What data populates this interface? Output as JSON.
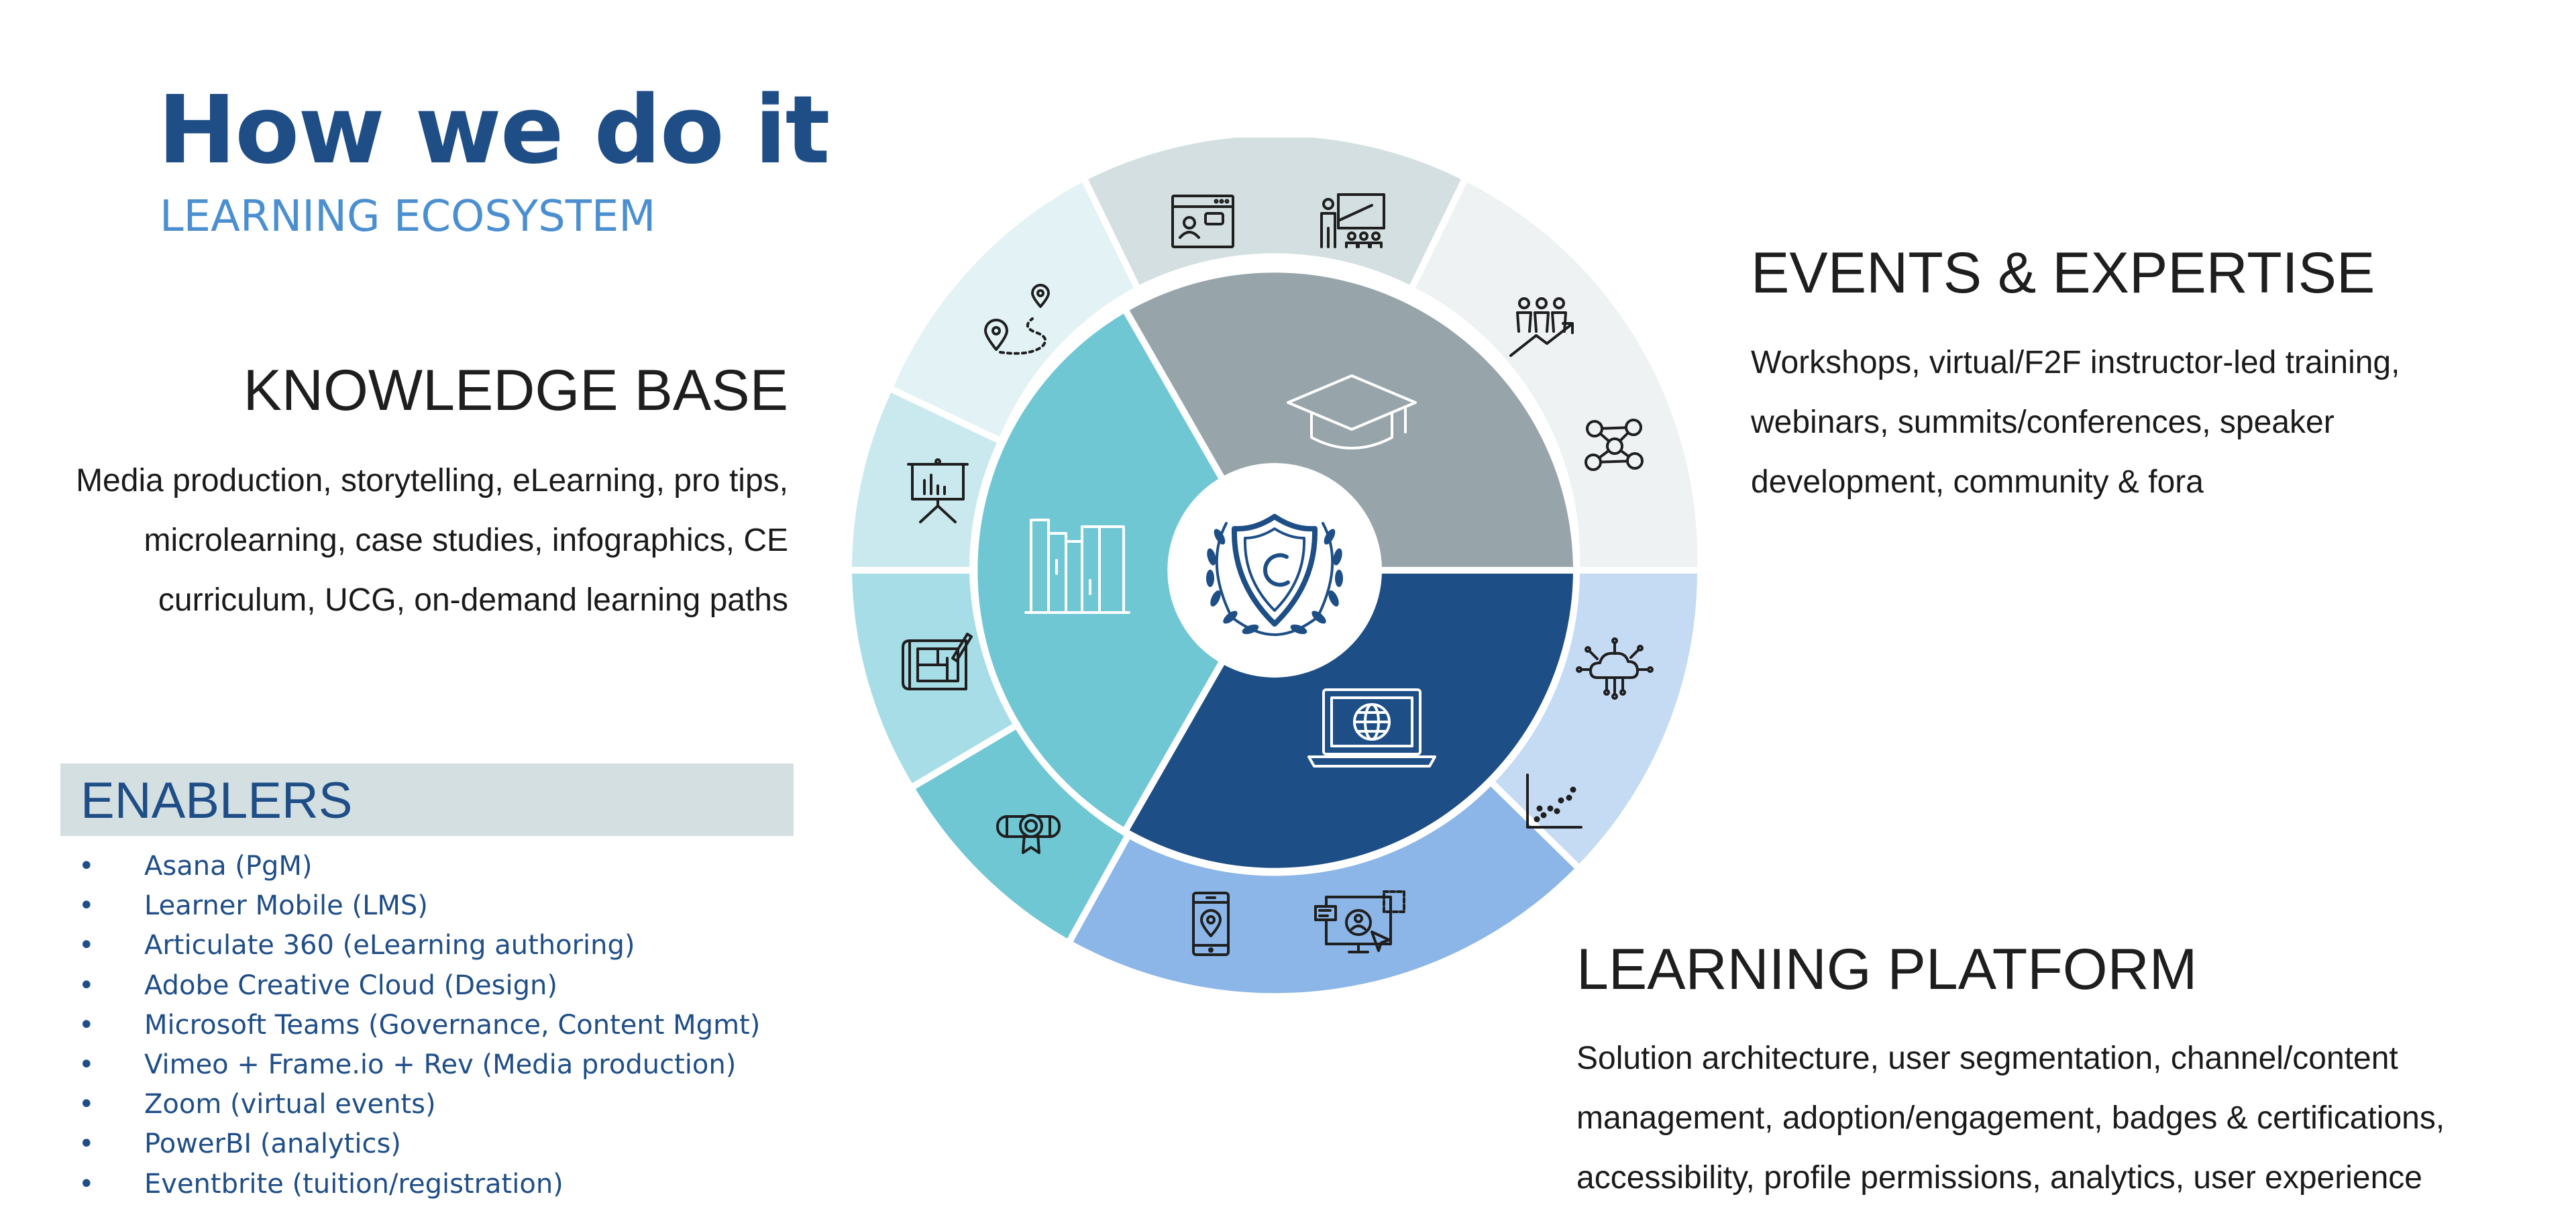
{
  "title": "How we do it",
  "subtitle": "LEARNING ECOSYSTEM",
  "knowledge_base": {
    "heading": "KNOWLEDGE BASE",
    "body": "Media production, storytelling, eLearning, pro tips, microlearning, case studies, infographics, CE curriculum, UCG, on-demand learning paths"
  },
  "events_expertise": {
    "heading": "EVENTS & EXPERTISE",
    "body": "Workshops, virtual/F2F instructor-led training, webinars, summits/conferences, speaker development, community & fora"
  },
  "learning_platform": {
    "heading": "LEARNING PLATFORM",
    "body": "Solution architecture, user segmentation, channel/content management, adoption/engagement, badges & certifications, accessibility, profile permissions,  analytics, user experience"
  },
  "enablers": {
    "heading": "ENABLERS",
    "bullet": "•",
    "items": [
      "Asana (PgM)",
      "Learner Mobile (LMS)",
      "Articulate 360 (eLearning authoring)",
      "Adobe Creative Cloud (Design)",
      "Microsoft Teams (Governance, Content Mgmt)",
      "Vimeo + Frame.io + Rev (Media production)",
      "Zoom (virtual events)",
      "PowerBI (analytics)",
      "Eventbrite (tuition/registration)"
    ]
  },
  "wheel": {
    "colors": {
      "inner_gray": "#97a5aa",
      "inner_teal": "#70c7d4",
      "inner_navy": "#1d4e86",
      "outer_top_gray": "#d3dfe1",
      "outer_light_gray": "#eef2f3",
      "outer_light_blue": "#c5dbf3",
      "outer_mid_blue": "#8bb6e7",
      "outer_teal_1": "#e2f2f5",
      "outer_teal_2": "#cae9ef",
      "outer_teal_3": "#a6dde6",
      "outer_teal_4": "#70c7d4",
      "icon_stroke": "#1f1f1f"
    },
    "icons": [
      "video-call-icon",
      "presenter-icon",
      "team-growth-icon",
      "network-icon",
      "cloud-network-icon",
      "scatter-chart-icon",
      "profile-screen-icon",
      "mobile-location-icon",
      "certificate-icon",
      "blueprint-icon",
      "presentation-board-icon",
      "route-map-icon",
      "graduation-cap-icon",
      "books-icon",
      "laptop-globe-icon",
      "shield-laurel-icon"
    ]
  }
}
